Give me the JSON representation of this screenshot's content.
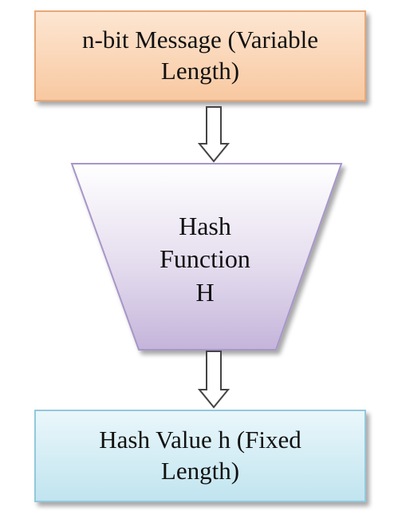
{
  "input_box": {
    "line1": "n-bit Message (Variable",
    "line2": "Length)"
  },
  "hash_function": {
    "line1": "Hash",
    "line2": "Function",
    "line3": "H"
  },
  "output_box": {
    "line1": "Hash Value h (Fixed",
    "line2": "Length)"
  },
  "colors": {
    "input_fill_top": "#fde6d2",
    "input_fill_bottom": "#f8c8a0",
    "input_border": "#e8a878",
    "function_fill_top": "#ffffff",
    "function_fill_bottom": "#c8b8dc",
    "function_border": "#a896c8",
    "output_fill_top": "#e6f5fa",
    "output_fill_bottom": "#c2e6f0",
    "output_border": "#94c8dc",
    "arrow_stroke": "#444444"
  }
}
